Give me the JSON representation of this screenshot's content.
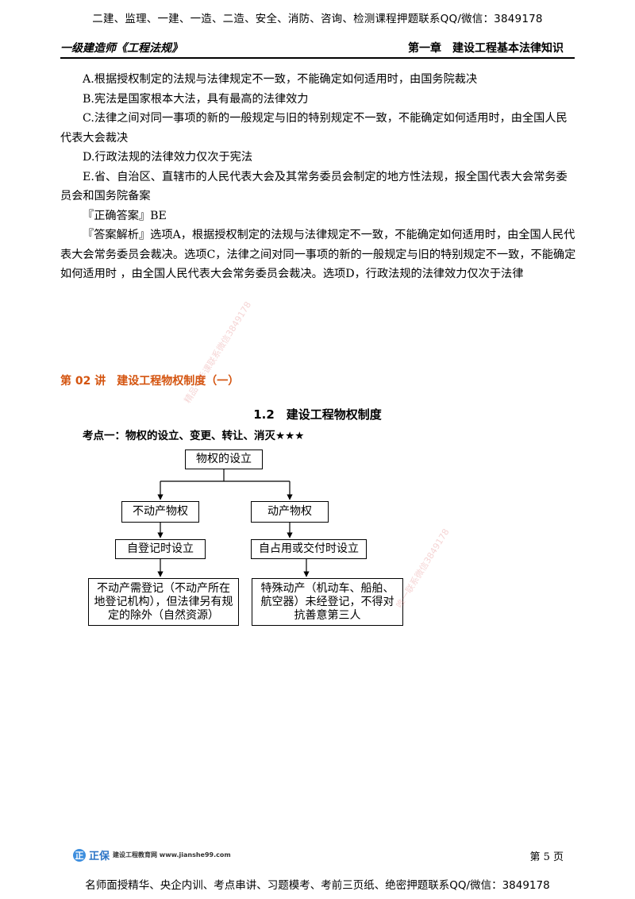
{
  "banner_top": "二建、监理、一建、一造、二造、安全、消防、咨询、检测课程押题联系QQ/微信：3849178",
  "header": {
    "left": "一级建造师《工程法规》",
    "right": "第一章　建设工程基本法律知识"
  },
  "options": [
    "A.根据授权制定的法规与法律规定不一致，不能确定如何适用时，由国务院裁决",
    "B.宪法是国家根本大法，具有最高的法律效力",
    "C.法律之间对同一事项的新的一般规定与旧的特别规定不一致，不能确定如何适用时，由全国人民代表大会裁决",
    "D.行政法规的法律效力仅次于宪法",
    "E.省、自治区、直辖市的人民代表大会及其常务委员会制定的地方性法规，报全国代表大会常务委员会和国务院备案"
  ],
  "answer": "『正确答案』BE",
  "analysis": "『答案解析』选项A，根据授权制定的法规与法律规定不一致，不能确定如何适用时，由全国人民代表大会常务委员会裁决。选项C，法律之间对同一事项的新的一般规定与旧的特别规定不一致，不能确定如何适用时 ，由全国人民代表大会常务委员会裁决。选项D，行政法规的法律效力仅次于法律",
  "lecture_title": "第 02 讲　建设工程物权制度（一）",
  "section_title": "1.2　建设工程物权制度",
  "topic": "考点一：物权的设立、变更、转让、消灭★★★",
  "diagram": {
    "root": "物权的设立",
    "left_type": "不动产物权",
    "left_rule": "自登记时设立",
    "left_note": "不动产需登记（不动产所在地登记机构），但法律另有规定的除外（自然资源）",
    "right_type": "动产物权",
    "right_rule": "自占用或交付时设立",
    "right_note": "特殊动产（机动车、船舶、航空器）未经登记，不得对抗善意第三人"
  },
  "watermarks": [
    "精品一手课联系微信3849178",
    "唯一联系微信3849178"
  ],
  "footer": {
    "logo_mark": "正",
    "logo_name": "正保",
    "logo_sub": "建设工程教育网 www.jianshe99.com",
    "page": "第 5 页"
  },
  "banner_bottom": "名师面授精华、央企内训、考点串讲、习题模考、考前三页纸、绝密押题联系QQ/微信：3849178"
}
